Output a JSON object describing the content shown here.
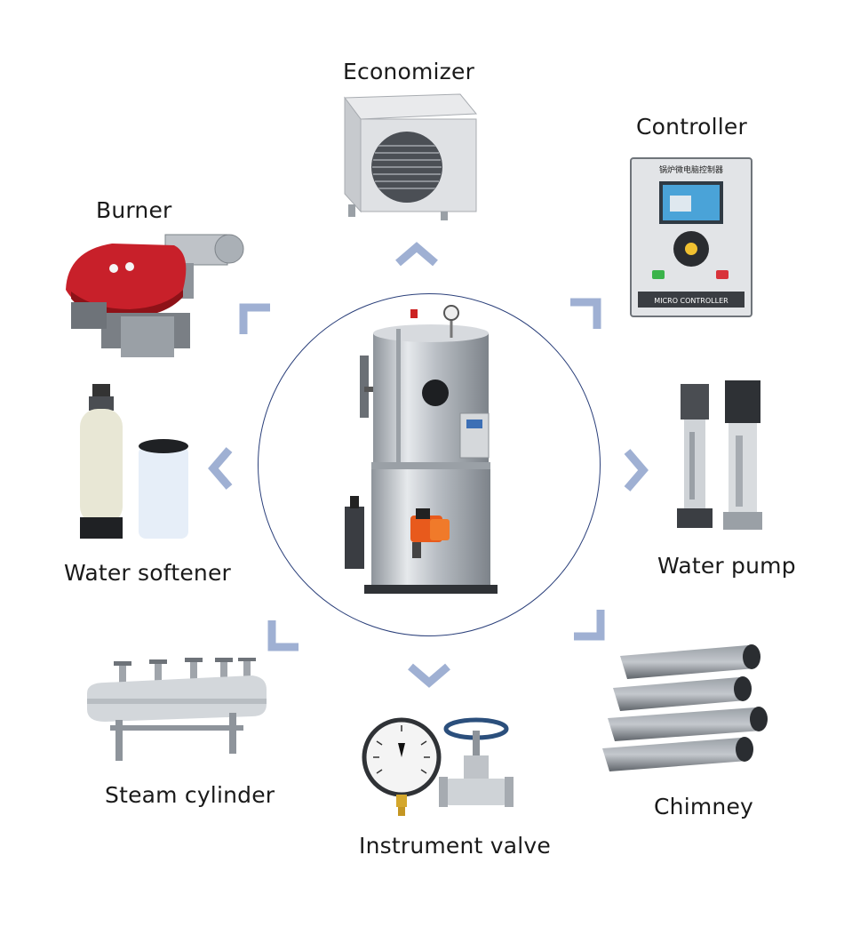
{
  "center": {
    "name": "boiler"
  },
  "components": [
    {
      "key": "economizer",
      "label": "Economizer"
    },
    {
      "key": "controller",
      "label": "Controller",
      "screen_text": "锅炉微电脑控制器",
      "panel_text": "MICRO CONTROLLER"
    },
    {
      "key": "burner",
      "label": "Burner"
    },
    {
      "key": "water_softener",
      "label": "Water softener"
    },
    {
      "key": "water_pump",
      "label": "Water pump"
    },
    {
      "key": "steam_cylinder",
      "label": "Steam cylinder"
    },
    {
      "key": "instrument_valve",
      "label": "Instrument valve"
    },
    {
      "key": "chimney",
      "label": "Chimney"
    }
  ],
  "colors": {
    "arrow": "#9fb0d3",
    "circle": "#2a3f7a",
    "steel": "#c9cdd2",
    "burner_red": "#c8202a",
    "burner_orange": "#e85a1c"
  },
  "icons": {
    "arrow": "chevron-arrow-icon"
  }
}
